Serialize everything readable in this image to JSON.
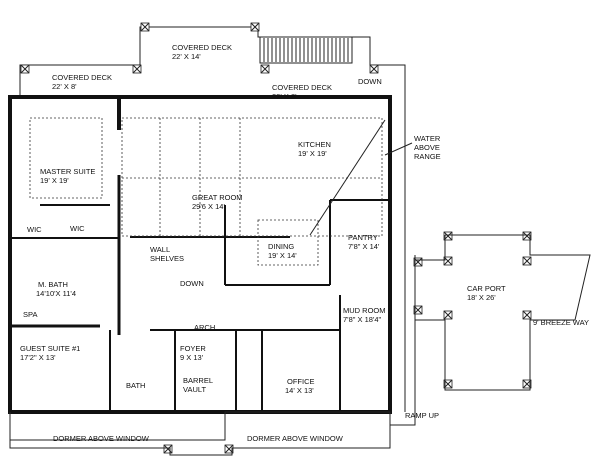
{
  "plan": {
    "rooms": [
      {
        "name": "COVERED DECK",
        "size": "22' X 8'"
      },
      {
        "name": "COVERED DECK",
        "size": "22' X 14'"
      },
      {
        "name": "COVERED DECK",
        "size": "22' X 8'"
      },
      {
        "name": "MASTER SUITE",
        "size": "19' X 19'"
      },
      {
        "name": "GREAT ROOM",
        "size": "29'6 X 14'"
      },
      {
        "name": "KITCHEN",
        "size": "19' X 19'"
      },
      {
        "name": "DINING",
        "size": "19' X 14'"
      },
      {
        "name": "PANTRY",
        "size": "7'8\" X 14'"
      },
      {
        "name": "M. BATH",
        "size": "14'10'X 11'4"
      },
      {
        "name": "MUD ROOM",
        "size": "7'8\" X 18'4\""
      },
      {
        "name": "GUEST SUITE #1",
        "size": "17'2\" X 13'"
      },
      {
        "name": "FOYER",
        "size": "9 X 13'"
      },
      {
        "name": "OFFICE",
        "size": "14' X 13'"
      },
      {
        "name": "CAR PORT",
        "size": "18' X 26'"
      }
    ],
    "notes": {
      "down_deck": "DOWN",
      "water": "WATER",
      "above": "ABOVE",
      "range": "RANGE",
      "wic1": "WIC",
      "wic2": "WIC",
      "wall": "WALL",
      "shelves": "SHELVES",
      "down_stairs": "DOWN",
      "spa": "SPA",
      "arch": "ARCH",
      "bath": "BATH",
      "barrel": "BARREL",
      "vault": "VAULT",
      "breeze": "9' BREEZE WAY",
      "ramp": "RAMP UP",
      "dormer1": "DORMER ABOVE WINDOW",
      "dormer2": "DORMER ABOVE WINDOW"
    }
  }
}
